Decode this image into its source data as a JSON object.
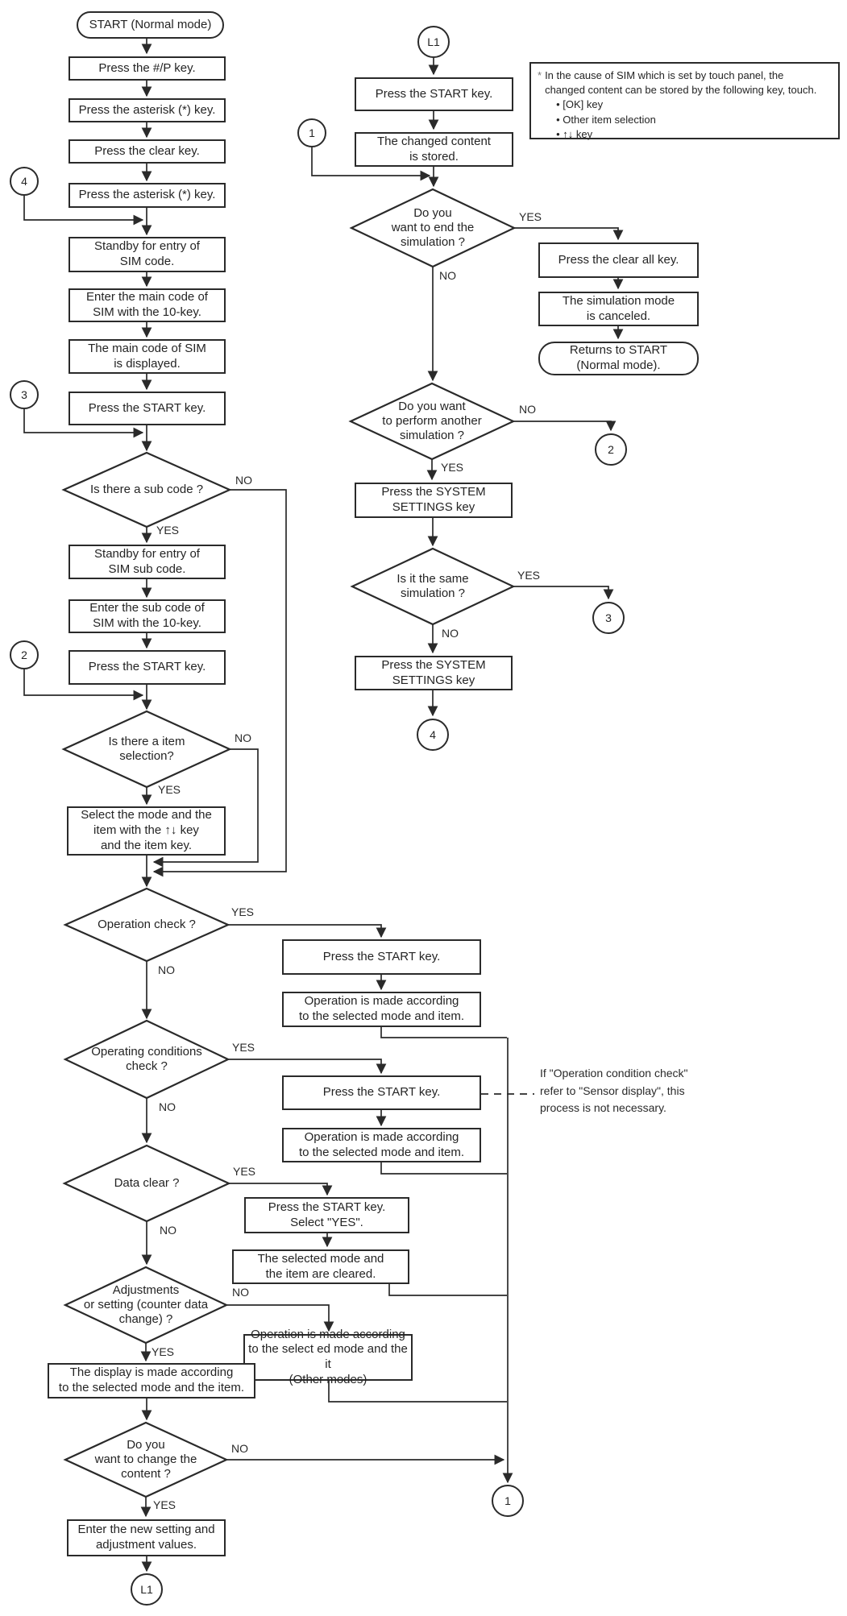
{
  "colors": {
    "line": "#2a2a2a",
    "background": "#ffffff"
  },
  "labels": {
    "yes": "YES",
    "no": "NO"
  },
  "connectors": {
    "l1": "L1",
    "n1": "1",
    "n2": "2",
    "n3": "3",
    "n4": "4"
  },
  "nodes": {
    "start": "START (Normal mode)",
    "press_hp": "Press the #/P key.",
    "press_asterisk1": "Press the asterisk (*) key.",
    "press_clear": "Press the clear key.",
    "press_asterisk2": "Press the asterisk (*) key.",
    "standby_main": "Standby for entry of\nSIM code.",
    "enter_main": "Enter the main code of\nSIM with the 10-key.",
    "main_displayed": "The main code of SIM\nis displayed.",
    "press_start1": "Press the START key.",
    "d_subcode": "Is there a sub code ?",
    "standby_sub": "Standby for entry of\nSIM sub code.",
    "enter_sub": "Enter the sub code of\nSIM with the 10-key.",
    "press_start2": "Press the START key.",
    "d_item": "Is there a item\nselection?",
    "select_mode": "Select the mode and the\nitem with the ↑↓ key\nand the item key.",
    "d_opcheck": "Operation check ?",
    "press_start3": "Press the START key.",
    "op_made1": "Operation is made according\nto the selected mode and item.",
    "d_opcond": "Operating conditions\ncheck ?",
    "press_start4": "Press the START key.",
    "op_made2": "Operation is made according\nto the selected mode and item.",
    "d_dataclear": "Data clear ?",
    "press_start_yes": "Press the START key.\nSelect \"YES\".",
    "cleared": "The selected mode and\nthe item are cleared.",
    "d_adjust": "Adjustments\nor setting (counter data\nchange) ?",
    "op_made3": "Operation is made according\nto the select ed mode and the it\n(Other modes)",
    "display_made": "The display is made according\nto the selected mode and the item.",
    "d_change": "Do you\nwant to change the\ncontent ?",
    "enter_new": "Enter the new setting and\nadjustment values.",
    "press_start_r1": "Press the START key.",
    "changed_stored": "The changed content\nis stored.",
    "d_end": "Do you\nwant to end the\nsimulation ?",
    "press_clear_all": "Press the clear all key.",
    "sim_canceled": "The simulation mode\nis canceled.",
    "returns_start": "Returns to START\n(Normal mode).",
    "d_another": "Do you want\nto perform another\nsimulation ?",
    "sys_settings1": "Press the SYSTEM\nSETTINGS key",
    "d_same": "Is it the same\nsimulation ?",
    "sys_settings2": "Press the SYSTEM\nSETTINGS key"
  },
  "notes": {
    "touch_panel": {
      "marker": "*",
      "text": "In the cause of SIM which is set by touch panel, the\nchanged content can be stored by the following key, touch.",
      "bullets": [
        "[OK] key",
        "Other item selection",
        "↑↓ key"
      ]
    },
    "sensor": "If \"Operation condition check\"\nrefer to \"Sensor display\", this\nprocess is not necessary."
  }
}
